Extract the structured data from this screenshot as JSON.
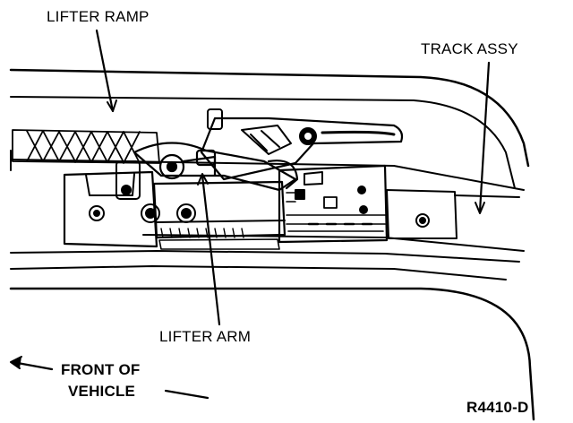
{
  "labels": {
    "lifter_ramp": "LIFTER RAMP",
    "track_assy": "TRACK ASSY",
    "lifter_arm": "LIFTER ARM",
    "front_of_line1": "FRONT OF",
    "front_of_line2": "VEHICLE",
    "figure_ref": "R4410-D"
  },
  "colors": {
    "ink": "#000000",
    "paper": "#ffffff"
  }
}
